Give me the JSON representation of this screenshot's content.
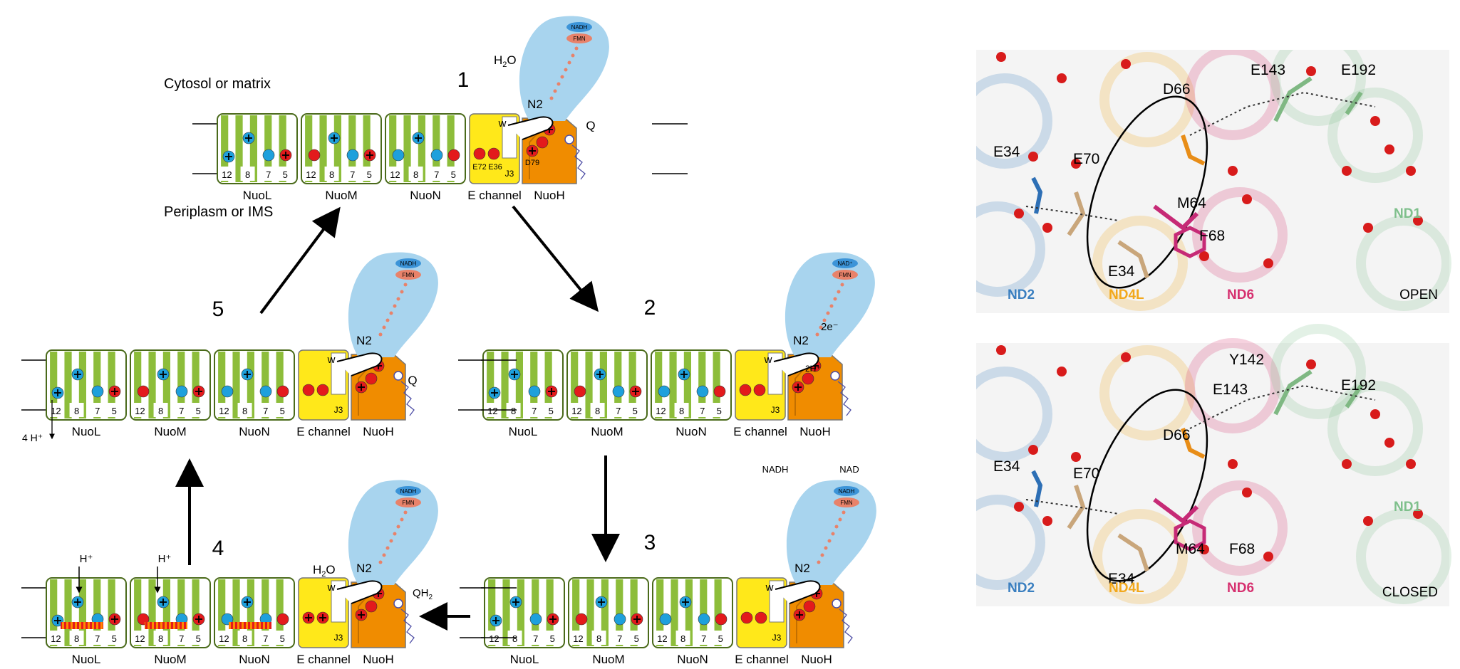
{
  "scheme": {
    "labels": {
      "cytosol": "Cytosol or matrix",
      "periplasm": "Periplasm or IMS",
      "steps": [
        "1",
        "2",
        "3",
        "4",
        "5"
      ],
      "subunits": [
        "NuoL",
        "NuoM",
        "NuoN",
        "E channel",
        "NuoH"
      ],
      "helices": [
        "12",
        "8",
        "7",
        "5"
      ],
      "j3": "J3",
      "residues": [
        "E72",
        "E36",
        "D79"
      ],
      "nadh": "NADH",
      "nad": "NAD⁺",
      "fmn": "FMN",
      "n2": "N2",
      "w": "w",
      "q": "Q",
      "qh2_base": "QH",
      "qh2_sub": "2",
      "h2o_base": "H",
      "h2o_sub": "2",
      "h2o_o": "O",
      "two_e": "2e⁻",
      "two_h": "2H⁺",
      "h_plus": "H⁺",
      "four_h": "4 H⁺",
      "nadh_top": "NADH",
      "nad_top": "NAD"
    },
    "colors": {
      "helix_green": "#8dbd3a",
      "segment_outline": "#4a6a1a",
      "echannel_yellow": "#ffe81a",
      "nuoh_orange": "#f08c00",
      "arm_blue": "#a8d4ee",
      "proton_red": "#e31a1c",
      "proton_blue": "#1ea0dc",
      "fmn": "#e8826a",
      "wire_red": "#e6423a"
    }
  },
  "structure": {
    "open": {
      "residues": [
        "E143",
        "E192",
        "D66",
        "E34",
        "E70",
        "M64",
        "F68",
        "E34"
      ],
      "chains": [
        "ND2",
        "ND4L",
        "ND6",
        "ND1"
      ],
      "state": "OPEN"
    },
    "closed": {
      "residues": [
        "Y142",
        "E143",
        "E192",
        "D66",
        "E34",
        "E70",
        "M64",
        "F68",
        "E34"
      ],
      "chains": [
        "ND2",
        "ND4L",
        "ND6",
        "ND1"
      ],
      "state": "CLOSED"
    },
    "chain_colors": {
      "ND2": "#3a7fc0",
      "ND4L": "#f2a81c",
      "ND6": "#d6306f",
      "ND1": "#7fc08c"
    }
  }
}
